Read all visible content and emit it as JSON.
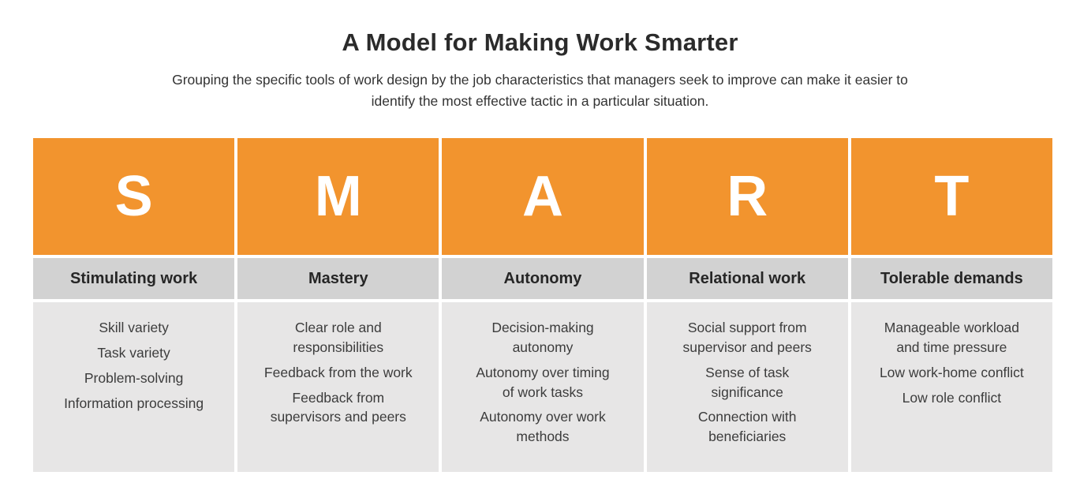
{
  "title": "A Model for Making Work Smarter",
  "subtitle": "Grouping the specific tools of work design by the job characteristics that managers seek to improve can make it easier to identify the most effective tactic in a particular situation.",
  "colors": {
    "orange": "#F2942E",
    "label_gray": "#D2D2D2",
    "body_gray": "#E7E6E6",
    "title_color": "#2B2B2B",
    "subtitle_color": "#333333",
    "label_text": "#262626",
    "body_text": "#3C3C3C",
    "letter_color": "#FFFFFF"
  },
  "columns": [
    {
      "letter": "S",
      "label": "Stimulating work",
      "items": [
        "Skill variety",
        "Task variety",
        "Problem-solving",
        "Information processing"
      ]
    },
    {
      "letter": "M",
      "label": "Mastery",
      "items": [
        "Clear role and\nresponsibilities",
        "Feedback from the work",
        "Feedback from\nsupervisors and peers"
      ]
    },
    {
      "letter": "A",
      "label": "Autonomy",
      "items": [
        "Decision-making\nautonomy",
        "Autonomy over timing\nof work tasks",
        "Autonomy over work\nmethods"
      ]
    },
    {
      "letter": "R",
      "label": "Relational work",
      "items": [
        "Social support from\nsupervisor and peers",
        "Sense of task\nsignificance",
        "Connection with\nbeneficiaries"
      ]
    },
    {
      "letter": "T",
      "label": "Tolerable demands",
      "items": [
        "Manageable workload\nand time pressure",
        "Low work-home conflict",
        "Low role conflict"
      ]
    }
  ]
}
